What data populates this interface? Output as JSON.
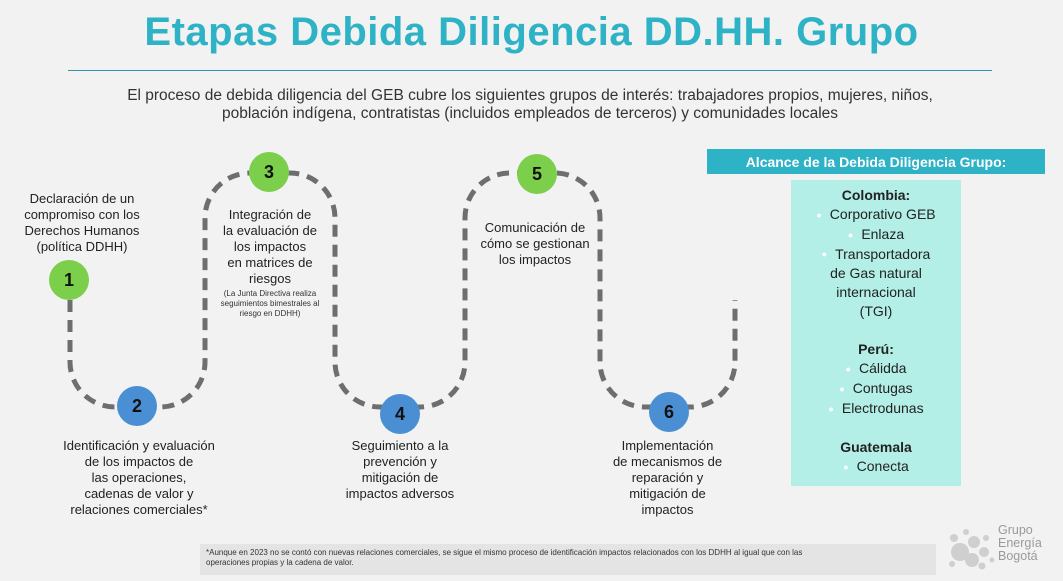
{
  "header": {
    "title": "Etapas Debida Diligencia DD.HH. Grupo",
    "intro_line1": "El proceso de debida diligencia del GEB cubre los siguientes grupos de interés: trabajadores propios, mujeres, niños,",
    "intro_line2": "población indígena, contratistas (incluidos empleados de terceros) y comunidades locales"
  },
  "steps": [
    {
      "number": "1",
      "lines": [
        "Declaración de un",
        "compromiso con los",
        "Derechos Humanos",
        "(política DDHH)"
      ]
    },
    {
      "number": "2",
      "lines": [
        "Identificación y  evaluación",
        "de los  impactos de",
        "las  operaciones,",
        "cadenas  de valor y",
        "relaciones  comerciales*"
      ]
    },
    {
      "number": "3",
      "lines": [
        "Integración de",
        "la  evaluación de",
        "los  impactos",
        "en  matrices de",
        "riesgos"
      ],
      "note_lines": [
        "(La Junta Directiva realiza",
        "seguimientos bimestrales al",
        "riesgo en DDHH)"
      ]
    },
    {
      "number": "4",
      "lines": [
        "Seguimiento a la",
        "prevención y",
        "mitigación de",
        "impactos adversos"
      ]
    },
    {
      "number": "5",
      "lines": [
        "Comunicación de",
        "cómo se gestionan",
        "los impactos"
      ]
    },
    {
      "number": "6",
      "lines": [
        "Implementación",
        "de mecanismos de",
        "reparación y",
        "mitigación de",
        "impactos"
      ]
    }
  ],
  "scope": {
    "header": "Alcance de la Debida Diligencia Grupo:",
    "countries": [
      {
        "name": "Colombia:",
        "companies": [
          "Corporativo GEB",
          "Enlaza",
          "Transportadora",
          "de Gas natural",
          "internacional",
          "(TGI)"
        ]
      },
      {
        "name": "Perú:",
        "companies": [
          "Cálidda",
          "Contugas",
          "Electrodunas"
        ]
      },
      {
        "name": "Guatemala",
        "companies": [
          "Conecta"
        ]
      }
    ]
  },
  "footnote": {
    "line1": "*Aunque en 2023 no se contó con nuevas relaciones comerciales, se sigue el mismo proceso de identificación impactos relacionados con los DDHH al igual que con las",
    "line2": "operaciones propias y la cadena de valor."
  },
  "logo": {
    "line1": "Grupo",
    "line2": "Energía",
    "line3": "Bogotá"
  },
  "colors": {
    "title": "#2eb2c6",
    "green_step": "#7ccf4a",
    "blue_step": "#4a8fd3",
    "scope_header": "#2eb2c6",
    "scope_box": "#b3efe6",
    "path": "#6e6e6e"
  }
}
